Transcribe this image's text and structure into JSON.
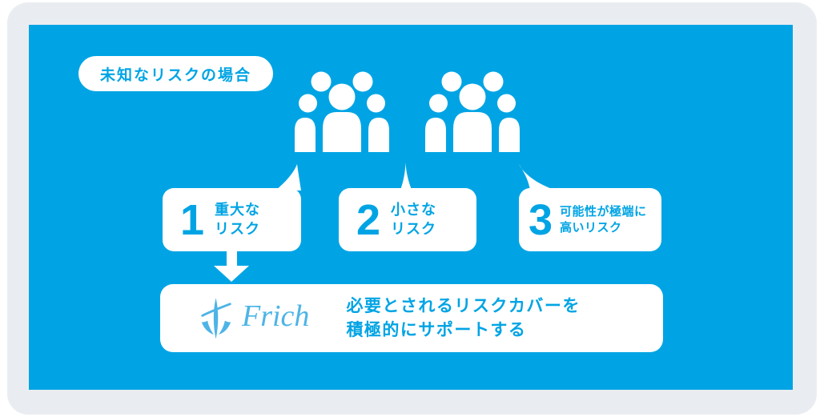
{
  "colors": {
    "page_bg": "#ffffff",
    "frame_bg": "#e9edf1",
    "panel_blue": "#00a4e4",
    "card_bg": "#ffffff",
    "accent_text_blue": "#00a4e4",
    "logo_blue": "#4db4e6"
  },
  "badge": {
    "label": "未知なリスクの場合"
  },
  "icons": {
    "people_group": "people-group-icon",
    "down_arrow": "down-arrow-icon",
    "frich_anchor": "frich-anchor-icon",
    "bubble_pointer": "speech-bubble-pointer"
  },
  "risk_items": [
    {
      "number": "1",
      "label_line1": "重大な",
      "label_line2": "リスク"
    },
    {
      "number": "2",
      "label_line1": "小さな",
      "label_line2": "リスク"
    },
    {
      "number": "3",
      "label_line1": "可能性が極端に",
      "label_line2": "高いリスク"
    }
  ],
  "support_card": {
    "brand": "Frich",
    "text_line1": "必要とされるリスクカバーを",
    "text_line2": "積極的にサポートする"
  }
}
